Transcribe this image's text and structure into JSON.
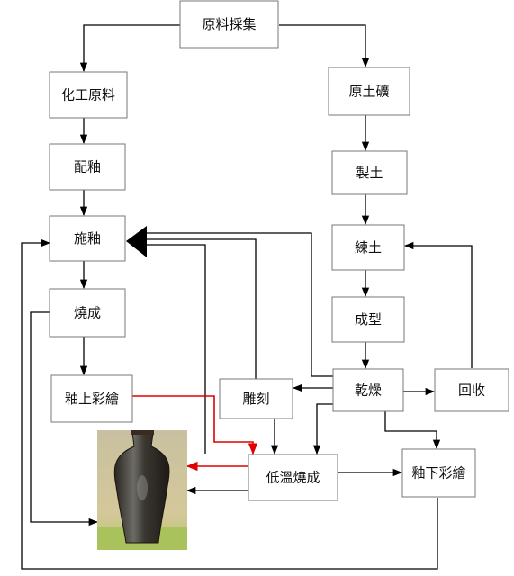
{
  "nodes": {
    "raw_material_collection": "原料採集",
    "chemical_raw_material": "化工原料",
    "raw_clay_ore": "原土礦",
    "glaze_mixing": "配釉",
    "clay_making": "製土",
    "glazing": "施釉",
    "clay_kneading": "練土",
    "firing": "燒成",
    "forming": "成型",
    "overglaze_painting": "釉上彩繪",
    "carving": "雕刻",
    "drying": "乾燥",
    "recycling": "回收",
    "low_temp_firing": "低溫燒成",
    "underglaze_painting": "釉下彩繪"
  },
  "image": {
    "label": "vase-photo"
  },
  "colors": {
    "arrow": "#000000",
    "highlight_arrow": "#e00000",
    "box_border": "#777777"
  }
}
